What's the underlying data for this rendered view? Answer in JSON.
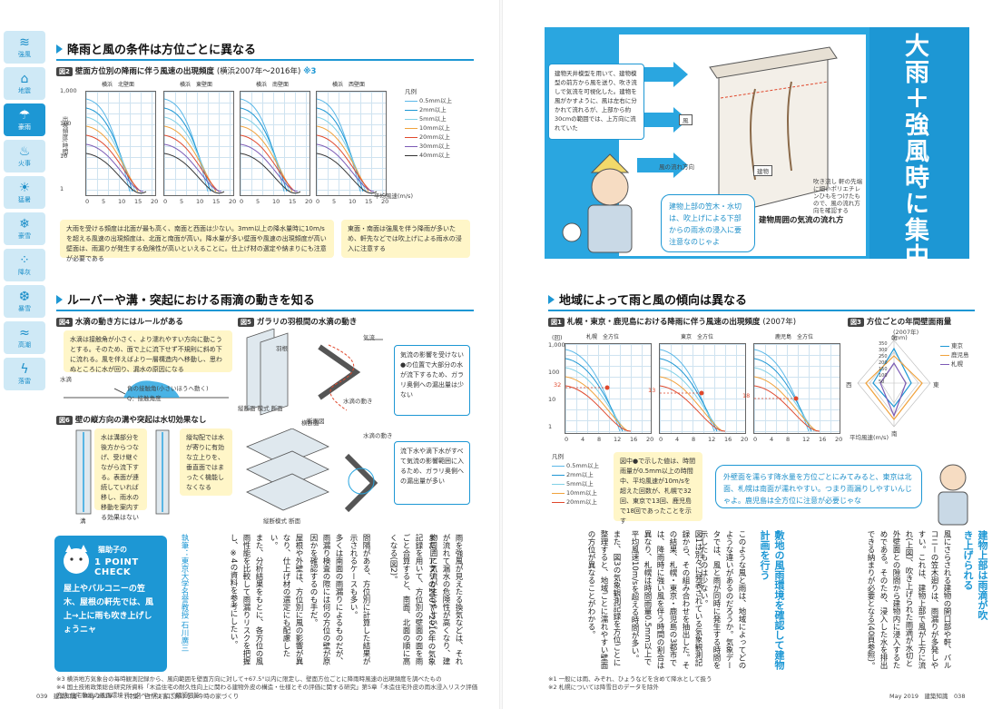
{
  "nav": [
    {
      "label": "強風",
      "glyph": "≋"
    },
    {
      "label": "地震",
      "glyph": "⌂"
    },
    {
      "label": "豪雨",
      "glyph": "☂"
    },
    {
      "label": "火事",
      "glyph": "♨"
    },
    {
      "label": "猛暑",
      "glyph": "☀"
    },
    {
      "label": "豪雪",
      "glyph": "❄"
    },
    {
      "label": "降灰",
      "glyph": "⁘"
    },
    {
      "label": "暴雪",
      "glyph": "❆"
    },
    {
      "label": "高潮",
      "glyph": "≈"
    },
    {
      "label": "落雷",
      "glyph": "ϟ"
    }
  ],
  "left": {
    "section1": "降雨と風の条件は方位ごとに異なる",
    "fig2_num": "図2",
    "fig2_caption": "壁面方位別の降雨に伴う風速の出現頻度",
    "fig2_caption_sub": "(横浜2007年〜2016年)",
    "fig2_ref": "※3",
    "graph_titles": [
      "横浜　北壁面",
      "横浜　東壁面",
      "横浜　南壁面",
      "横浜　西壁面"
    ],
    "y_ticks": [
      "1,000",
      "100",
      "10",
      "1"
    ],
    "x_ticks": [
      "0",
      "5",
      "10",
      "15",
      "20"
    ],
    "y_label": "出現頻度(時間)",
    "x_label": "平均風速(m/s)",
    "legend_title": "凡例",
    "legend": [
      "0.5mm以上",
      "2mm以上",
      "5mm以上",
      "10mm以上",
      "20mm以上",
      "30mm以上",
      "40mm以上"
    ],
    "note1": "大雨を受ける頻度は北面が最も高く、南面と西面は少ない。3mm以上の降水量時に10m/sを超える風速の出現頻度は、北面と南面が高い。降水量が多い壁面や風速の出現頻度が高い壁面は、雨漏りが発生する危険性が高いといえることに。仕上げ材の選定や納まりにも注意が必要である",
    "note2": "東面・南面は強風を伴う降雨が多いため、軒先などでは吹上げによる雨水の浸入に注意する",
    "section2": "ルーバーや溝・突起における雨滴の動きを知る",
    "fig4_num": "図4",
    "fig4_caption": "水滴の動き方にはルールがある",
    "fig4_text": "水滴は接触角が小さく、より濡れやすい方向に動こうとする。そのため、面で上に流下せず不規則に斜め下に流れる。風を伴えばより一層構造内へ移動し、思わぬところに水が回り、漏水の原因になる",
    "fig4_label1": "水滴",
    "fig4_label2": "負の接触角(小さいほうへ動く)",
    "fig4_label3": "Q：接触角度",
    "fig5_num": "図5",
    "fig5_caption": "ガラリの羽根間の水滴の動き",
    "fig5_note": "気流の影響を受けない●の位置で大部分の水が流下するため、ガラリ奥側への漏出量は少ない",
    "fig5_label1": "気流",
    "fig5_label2": "水滴の動き",
    "fig5_label3": "羽根",
    "fig5_label4": "縦断面 模式 断面",
    "fig5_label5": "横断面",
    "fig6_num": "図6",
    "fig6_caption": "壁の縦方向の溝や突起は水切効果なし",
    "fig6_text1": "水は溝部分を後方からつなげ、受け継ぐながら流下する。表面が連続していれば移し、雨水の移動を案内する効果はない",
    "fig6_text2": "縦勾配では水が寄りに有効な立上りを、垂直面ではまったく機能しなくなる",
    "fig6_note": "流下水や滴下水がすべて気流の影響範囲に入るため、ガラリ奥側への漏出量が多い",
    "fig6_label1": "溝",
    "fig6_label2": "水滴の動き",
    "fig6_label3": "縦断模式 断面",
    "fig6_label4": "断面図",
    "pc_title": "猫助子の",
    "pc_title2": "1 POINT CHECK",
    "pc_text": "屋上やバルコニーの笠木、屋根の軒先では、風上→上に雨も吹き上げしょうニャ",
    "body_col1": "雨を強風が見えたる換気などは、それが流れて漏水の危険性が高くなり、建物周囲に気流が生じやすい。",
    "body_col2": "また、アプリの2007〜2016年の気象記録を用いて、方位別の壁面の面を雨ごと合算すると、南面、北面の順に高くなる(図2)。",
    "body_col3": "間隔がある、方位別に計算した結果が示されるケースも多い。",
    "body_col4": "多くは南面の雨漏りによるものだが、雨漏り検査の際には何の方位の壁が原因かを確認するのも手だ。",
    "body_col5": "屋根や外壁は、方位別に風の影響が異なり、仕上げ材の選定にも配慮したい。",
    "body_col6": "また、分析結果をもとに、各方位の風雨性能を比較して雨漏りリスクを把握し、※4の資料を参考にしたい。",
    "author_note": "執筆：東京大学名誉教授 石川廣三",
    "footnote1": "※3 横浜地方気象台の毎時観測記録から、風向範囲を壁面方向に対して+67.5°以内に限定し、壁面方位ごとに降雨時風速の出現頻度を調べたもの",
    "footnote2": "※4 国土技術政策総合研究所資料「木造住宅の耐久性向上に関わる建物外皮の構造・仕様とその評価に関する研究」第5章「木造住宅外皮の雨水浸入リスク評価方法 住宅敷地の風雨環境データベース」にて確認可能",
    "folio": "039　建築知識　May 2019　　［特集］自然災害に負けない今時の家づくり"
  },
  "right": {
    "title": "大雨＋強風時に集中する雨漏り",
    "illust_text": "建物天井模型を用いて、建物模型の前方から風を送り、吹き流しで気流を可視化した。建物を風がかすように、風は左右に分かれて流れるが、上部から約30cmの範囲では、上方向に流れていた",
    "illust_label1": "風",
    "illust_label2": "風の流れ方向",
    "illust_label3": "建物",
    "illust_label4": "吹き流し",
    "illust_label5": "軒の先端に細いポリエチレンひもをつけたもので、風の流れ方向を確認する",
    "illust_caption": "建物周囲の気流の流れ方",
    "bubble1": "建物上部の笠木・水切は、吹上げによる下部からの雨水の浸入に要注意なのじゃよ",
    "section3": "地域によって雨と風の傾向は異なる",
    "fig1_num": "図1",
    "fig1_caption": "札幌・東京・鹿児島における降雨に伴う風速の出現頻度",
    "fig1_caption_sub": "(2007年)",
    "fig3_num": "図3",
    "fig3_caption": "方位ごとの年間壁面雨量",
    "fig3_caption_sub": "(2007年)",
    "graph_titles": [
      "札幌　全方位",
      "東京　全方位",
      "鹿児島　全方位"
    ],
    "y_ticks": [
      "1,000",
      "100",
      "10",
      "1"
    ],
    "x_ticks": [
      "0",
      "4",
      "8",
      "12",
      "16",
      "20"
    ],
    "y_unit": "(回)",
    "x_label": "平均風速(m/s)",
    "mark_values": [
      "32",
      "13",
      "18"
    ],
    "mark_x": "10",
    "legend_title": "凡例",
    "legend": [
      "0.5mm以上",
      "2mm以上",
      "5mm以上",
      "10mm以上",
      "20mm以上"
    ],
    "fig1_note": "図中●で示した値は、時間雨量が0.5mm以上の時間中、平均風速が10m/sを超えた回数が、札幌で32回、東京で13回、鹿児島で18回であったことを示す",
    "radar_ticks": [
      "350",
      "300",
      "250",
      "200",
      "150",
      "100",
      "50"
    ],
    "radar_unit": "(mm)",
    "radar_dirs": [
      "北",
      "東",
      "南",
      "西"
    ],
    "radar_legend": [
      "東京",
      "鹿児島",
      "札幌"
    ],
    "bubble2": "外壁面を濡らす降水量を方位ごとにみてみると、東京は北面、札幌は南面が濡れやすい。つまり雨漏りしやすいんじゃよ。鹿児島は全方位に注意が必要じゃな",
    "vhead1": "建物上部は雨滴が吹き上げられる",
    "vhead2": "敷地の風雨環境を確認して建物計画を行う",
    "body_col1": "風にさらされる建物の開口部や軒、バルコニーの笠木廻りは、雨漏りが多発しやすい。これは、建物上部で風が上方に流れ(上図)、吹き上げられた雨滴が水切と外壁面との隙間から建物内に浸入するためである。そのため、浸入した水を排出できる納まりが必要となる(40頁参照)。",
    "body_col2": "このような風と雨は、地域によってどのような違いがあるのだろうか。気象データでは、風と雨が同時に発生する時間を示したものは少ない。",
    "body_col3": "図1は別々に発表されている気象観測記録から、その組み合わせを抽出した。その結果、札幌・東京・鹿児島の3都市では、降雨時に強い風を伴う時間の割合は異なり、札幌は時間雨量0.5mm以上で平均風速10m/sを超える時間が多い。",
    "body_col4": "また、図3の気象観測記録を方位ごとに整理すると、地域ごとに濡れやすい壁面の方位が異なることがわかる。",
    "footnote1": "※1 一般には雨、みぞれ、ひょうなどを含めて降水として扱う",
    "footnote2": "※2 札幌については降雪日のデータを除外",
    "folio": "May 2019　建築知識　038"
  },
  "colors": {
    "accent": "#1d97d4",
    "note_yellow": "#fff6c8",
    "series": [
      "#5bb8e8",
      "#1d97d4",
      "#7fd0e6",
      "#f0a23c",
      "#e0482c",
      "#7c5bb5",
      "#333333"
    ]
  }
}
